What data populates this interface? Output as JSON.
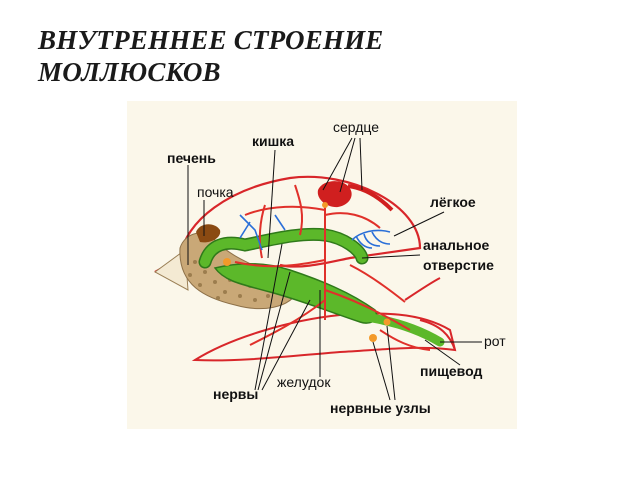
{
  "title": {
    "line1": "ВНУТРЕННЕЕ СТРОЕНИЕ",
    "line2": "МОЛЛЮСКОВ"
  },
  "labels": {
    "heart": "сердце",
    "intestine": "кишка",
    "liver": "печень",
    "kidney": "почка",
    "lung": "лёгкое",
    "anal_line1": "анальное",
    "anal_line2": "отверстие",
    "mouth": "рот",
    "esophagus": "пищевод",
    "nerves": "нервы",
    "stomach": "желудок",
    "ganglia": "нервные узлы"
  },
  "colors": {
    "blood_vessels": "#e0302a",
    "veins": "#2a6fd8",
    "digestive": "#5cb82a",
    "liver": "#c9a877",
    "kidney": "#8a4a12",
    "ganglia": "#f39a2a",
    "background": "#fbf7ea"
  }
}
